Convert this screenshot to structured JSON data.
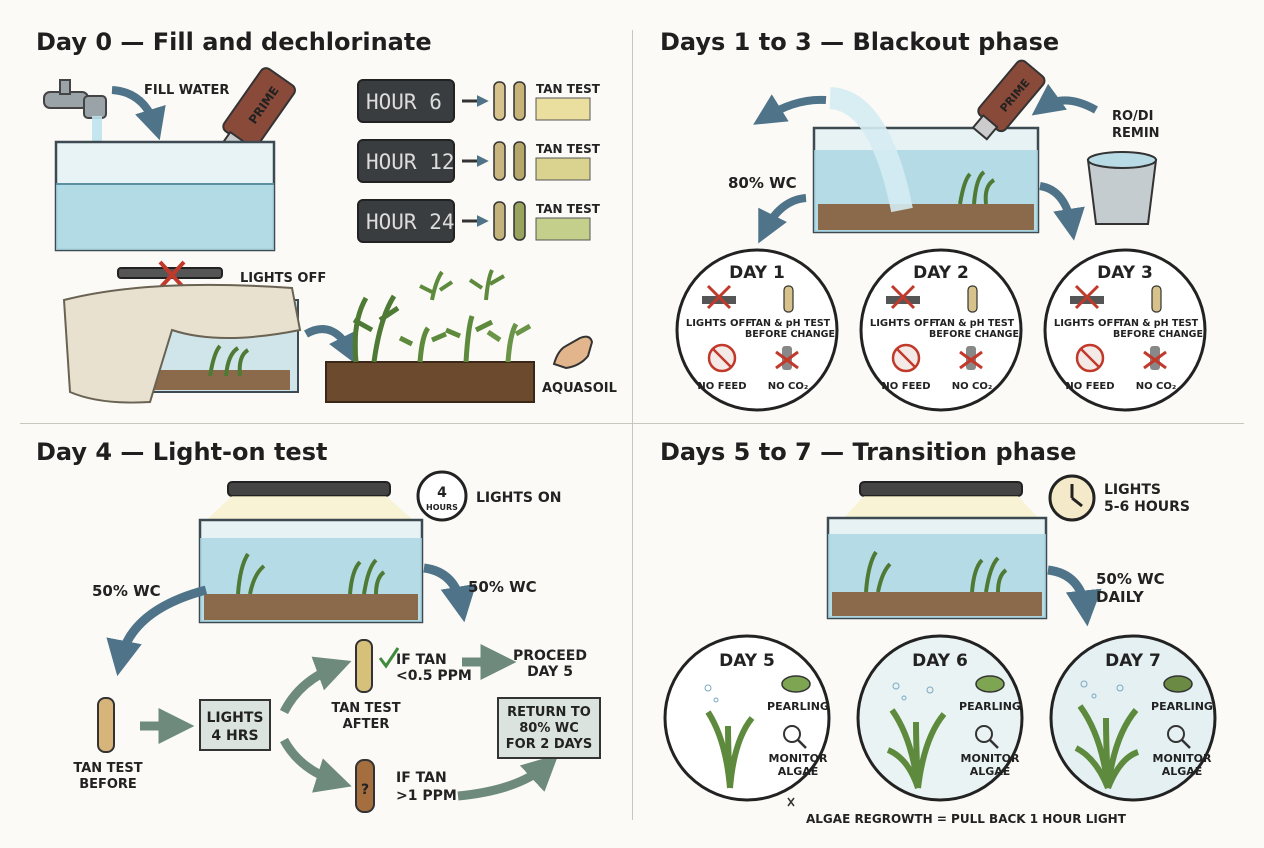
{
  "colors": {
    "water": "#a9d6e2",
    "soil": "#6b4a2e",
    "arrow": "#4f7388",
    "plant": "#5d8a3c",
    "accent_red": "#c0392b",
    "box": "#dbe3de"
  },
  "panels": [
    {
      "title": "Day 0 — Fill and dechlorinate",
      "fill_label": "FILL WATER",
      "bottle_label": "PRIME",
      "timers": [
        {
          "clock": "HOUR 6",
          "test": "TAN TEST"
        },
        {
          "clock": "HOUR 12",
          "test": "TAN TEST"
        },
        {
          "clock": "HOUR 24",
          "test": "TAN TEST"
        }
      ],
      "lights_label": "LIGHTS OFF",
      "soil_label": "AQUASOIL"
    },
    {
      "title": "Days 1 to 3 — Blackout phase",
      "bottle_label": "PRIME",
      "bucket_label_1": "RO/DI",
      "bucket_label_2": "REMIN",
      "wc_label": "80% WC",
      "circles": [
        {
          "day": "DAY 1",
          "lights": "LIGHTS OFF",
          "test_1": "TAN & pH TEST",
          "test_2": "BEFORE CHANGE",
          "feed": "NO FEED",
          "co2": "NO CO₂"
        },
        {
          "day": "DAY 2",
          "lights": "LIGHTS OFF",
          "test_1": "TAN & pH TEST",
          "test_2": "BEFORE CHANGE",
          "feed": "NO FEED",
          "co2": "NO CO₂"
        },
        {
          "day": "DAY 3",
          "lights": "LIGHTS OFF",
          "test_1": "TAN & pH TEST",
          "test_2": "BEFORE CHANGE",
          "feed": "NO FEED",
          "co2": "NO CO₂"
        }
      ]
    },
    {
      "title": "Day 4 — Light-on test",
      "clock_label_1": "4",
      "clock_label_2": "HOURS",
      "lights_on": "LIGHTS ON",
      "wc_left": "50% WC",
      "wc_right": "50% WC",
      "tan_before_1": "TAN TEST",
      "tan_before_2": "BEFORE",
      "lights_box_1": "LIGHTS",
      "lights_box_2": "4 HRS",
      "tan_after_1": "TAN TEST",
      "tan_after_2": "AFTER",
      "if_low_1": "IF TAN",
      "if_low_2": "<0.5 PPM",
      "proceed_1": "PROCEED",
      "proceed_2": "DAY 5",
      "if_high_1": "IF TAN",
      "if_high_2": ">1 PPM",
      "return_1": "RETURN TO",
      "return_2": "80% WC",
      "return_3": "FOR 2 DAYS",
      "question": "?"
    },
    {
      "title": "Days 5 to 7 — Transition phase",
      "lights_1": "LIGHTS",
      "lights_2": "5-6 HOURS",
      "wc_1": "50% WC",
      "wc_2": "DAILY",
      "circles": [
        {
          "day": "DAY 5",
          "pearling": "PEARLING",
          "monitor_1": "MONITOR",
          "monitor_2": "ALGAE"
        },
        {
          "day": "DAY 6",
          "pearling": "PEARLING",
          "monitor_1": "MONITOR",
          "monitor_2": "ALGAE"
        },
        {
          "day": "DAY 7",
          "pearling": "PEARLING",
          "monitor_1": "MONITOR",
          "monitor_2": "ALGAE"
        }
      ],
      "footnote": "ALGAE REGROWTH = PULL BACK 1 HOUR LIGHT"
    }
  ]
}
